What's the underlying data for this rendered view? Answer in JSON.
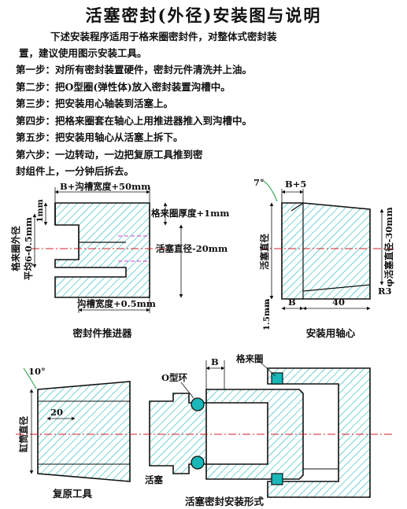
{
  "title": "活塞密封(外径)安装图与说明",
  "intro": [
    "下述安装程序适用于格来圈密封件，对整体式密封装",
    "置，建议使用图示安装工具。"
  ],
  "steps": [
    "第一步：对所有密封装置硬件，密封元件清洗并上油。",
    "第二步：把O型圈(弹性体)放入密封装置沟槽中。",
    "第三步：把安装用心轴装到活塞上。",
    "第四步：把格来圈套在轴心上用推进器推入到沟槽中。",
    "第五步：把安装用轴心从活塞上拆下。",
    "第六步：一边转动，一边把复原工具推到密",
    "封组件上，一分钟后拆去。"
  ],
  "diagram1": {
    "caption": "密封件推进器",
    "dim_top": "B+沟槽宽度+50mm",
    "dim_1mm": "1mm",
    "dim_thickness": "格来圈厚度+1mm",
    "dim_piston": "活塞直径-20mm",
    "dim_bottom": "沟槽宽度+0.5mm",
    "dim_left_outer": "格来圈外径",
    "dim_left_avg": "平均6-0.5mm"
  },
  "diagram2": {
    "caption": "安装用轴心",
    "angle": "7°",
    "dim_b5": "B+5",
    "dim_piston_dia": "活塞直径",
    "dim_right": "φ活塞直径-30mm",
    "dim_15": "1.5mm",
    "dim_b": "B",
    "dim_40": "40",
    "dim_r3": "R3"
  },
  "diagram3": {
    "caption_tool": "复原工具",
    "caption_form": "活塞密封安装形式",
    "angle": "10°",
    "dim_20": "20",
    "dim_cyl": "缸筒直径",
    "label_oring": "O型环",
    "label_b": "B",
    "label_glyd": "格来圈",
    "label_piston": "活塞"
  },
  "colors": {
    "hatch": "#19b7b7",
    "centerline": "#d0202a",
    "dim": "#1a9a3a",
    "hidden": "#d040d0"
  }
}
